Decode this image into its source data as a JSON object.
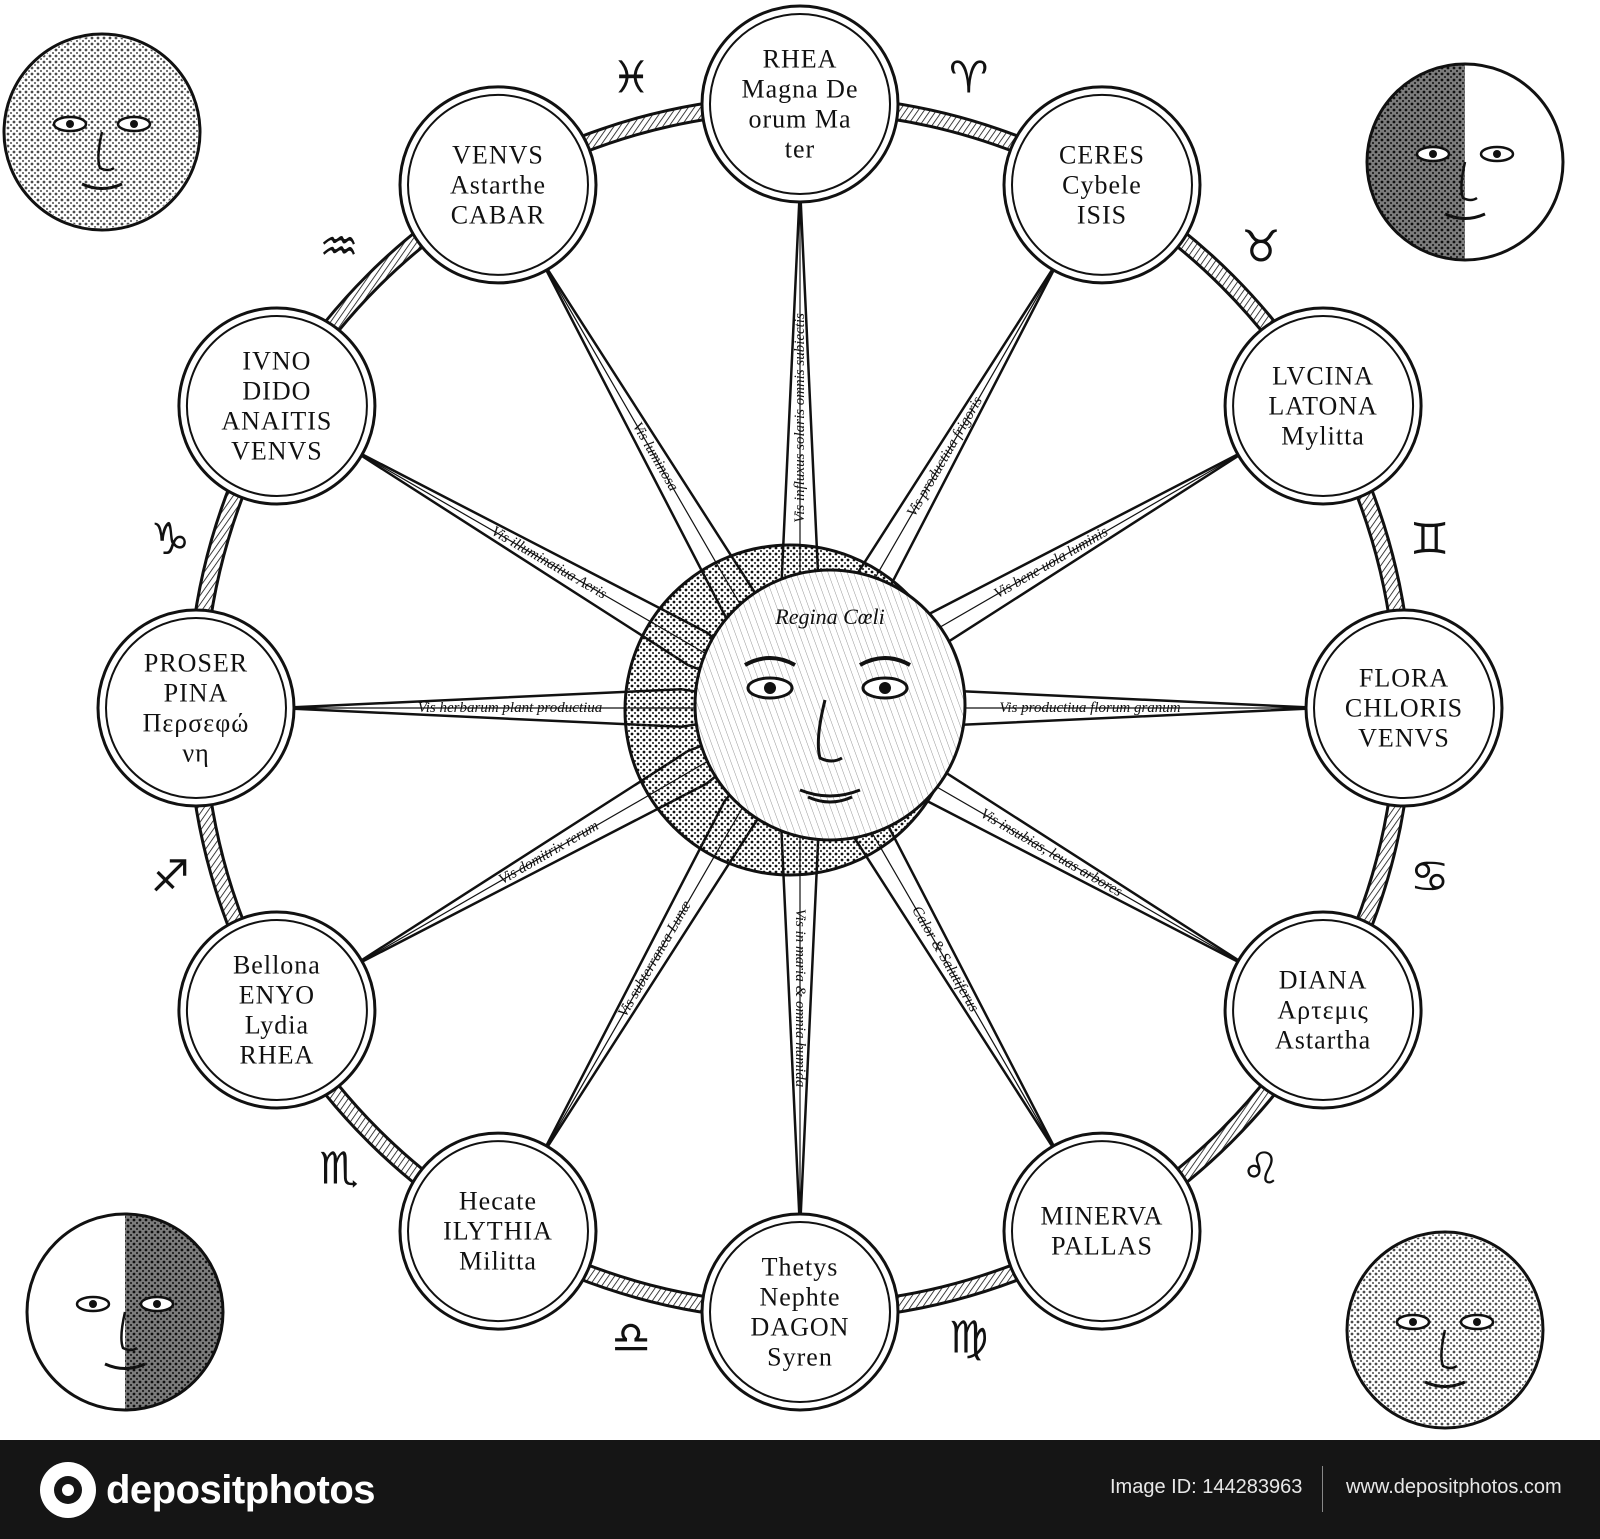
{
  "center": {
    "label": "Regina Cœli"
  },
  "medallions": [
    {
      "lines": [
        "RHEA",
        "Magna De",
        "orum Ma",
        "ter"
      ]
    },
    {
      "lines": [
        "CERES",
        "Cybele",
        "ISIS"
      ]
    },
    {
      "lines": [
        "LVCINA",
        "LATONA",
        "Mylitta"
      ]
    },
    {
      "lines": [
        "FLORA",
        "CHLORIS",
        "VENVS"
      ]
    },
    {
      "lines": [
        "DIANA",
        "Αρτεμις",
        "Astartha"
      ]
    },
    {
      "lines": [
        "MINERVA",
        "PALLAS"
      ]
    },
    {
      "lines": [
        "Thetys",
        "Nephte",
        "DAGON",
        "Syren"
      ]
    },
    {
      "lines": [
        "Hecate",
        "ILYTHIA",
        "Militta"
      ]
    },
    {
      "lines": [
        "Bellona",
        "ENYO",
        "Lydia",
        "RHEA"
      ]
    },
    {
      "lines": [
        "PROSER",
        "PINA",
        "Περσεφώ",
        "νη"
      ]
    },
    {
      "lines": [
        "IVNO",
        "DIDO",
        "ANAITIS",
        "VENVS"
      ]
    },
    {
      "lines": [
        "VENVS",
        "Astarthe",
        "CABAR"
      ]
    }
  ],
  "rays": [
    "Vis influxus solaris omnis subiectis",
    "Vis productiua frigoris",
    "Vis bene uola luminis",
    "Vis productiua florum granum",
    "Vis insubias, leuas arbores",
    "Calor & Salutiferus",
    "Vis in maria & omnia humida",
    "Vis subterranea Lunæ",
    "Vis domitrix rerum",
    "Vis herbarum plant productiua",
    "Vis illuminatiua Aeris",
    "Vis luminosa"
  ],
  "zodiac": [
    {
      "name": "aries-icon",
      "glyph": "♈"
    },
    {
      "name": "taurus-icon",
      "glyph": "♉"
    },
    {
      "name": "gemini-icon",
      "glyph": "♊"
    },
    {
      "name": "cancer-icon",
      "glyph": "♋"
    },
    {
      "name": "leo-icon",
      "glyph": "♌"
    },
    {
      "name": "virgo-icon",
      "glyph": "♍"
    },
    {
      "name": "libra-icon",
      "glyph": "♎"
    },
    {
      "name": "scorpio-icon",
      "glyph": "♏"
    },
    {
      "name": "sagittarius-icon",
      "glyph": "♐"
    },
    {
      "name": "capricorn-icon",
      "glyph": "♑"
    },
    {
      "name": "aquarius-icon",
      "glyph": "♒"
    },
    {
      "name": "pisces-icon",
      "glyph": "♓"
    }
  ],
  "corner_moons": [
    {
      "name": "full-moon-face-icon",
      "phase": "full"
    },
    {
      "name": "half-moon-face-icon",
      "phase": "half-dark-left"
    },
    {
      "name": "half-moon-face-icon",
      "phase": "half-dark-right"
    },
    {
      "name": "full-moon-face-icon",
      "phase": "full"
    }
  ],
  "footer": {
    "logo_text": "depositphotos",
    "image_id": "Image ID: 144283963",
    "site_url": "www.depositphotos.com"
  },
  "colors": {
    "ink": "#111111",
    "paper": "#ffffff",
    "footer_bg": "#151515"
  }
}
